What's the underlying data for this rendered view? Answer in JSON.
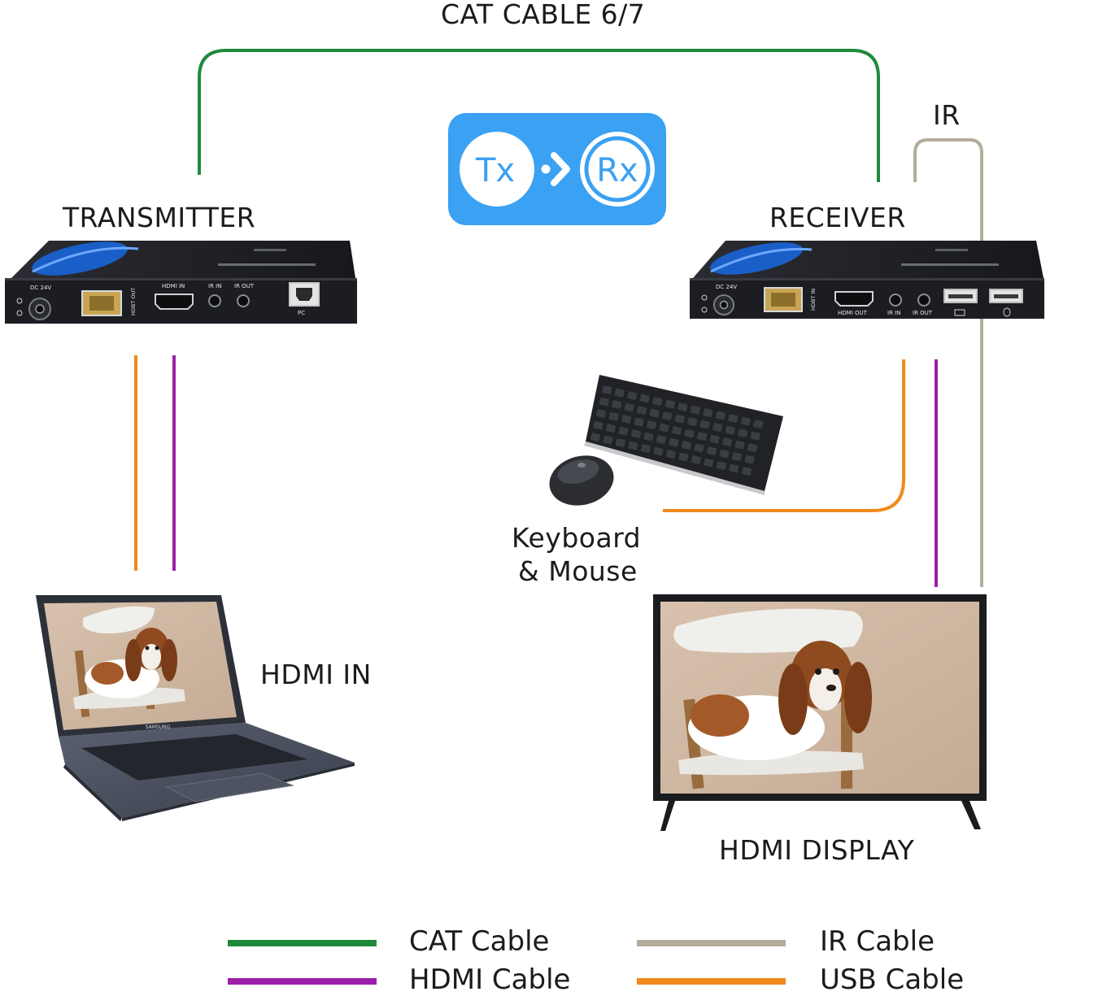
{
  "labels": {
    "cat_cable_top": "CAT CABLE 6/7",
    "ir_top": "IR",
    "transmitter": "TRANSMITTER",
    "receiver": "RECEIVER",
    "hdmi_in": "HDMI IN",
    "keyboard_mouse_line1": "Keyboard",
    "keyboard_mouse_line2": "& Mouse",
    "hdmi_display": "HDMI DISPLAY"
  },
  "badge": {
    "tx": "Tx",
    "rx": "Rx"
  },
  "transmitter_ports": {
    "dc": "DC 24V",
    "hdbt": "HDBT OUT",
    "hdmi": "HDMI IN",
    "ir_in": "IR IN",
    "ir_out": "IR OUT",
    "pc": "PC"
  },
  "receiver_ports": {
    "dc": "DC 24V",
    "hdbt": "HDBT IN",
    "hdmi": "HDMI OUT",
    "ir_in": "IR IN",
    "ir_out": "IR OUT"
  },
  "laptop_brand": "SAMSUNG",
  "legend": [
    {
      "label": "CAT Cable",
      "color": "#1f8a3b"
    },
    {
      "label": "HDMI Cable",
      "color": "#9b1fa8"
    },
    {
      "label": "IR Cable",
      "color": "#b3ad9c"
    },
    {
      "label": "USB Cable",
      "color": "#f08a1c"
    }
  ],
  "colors": {
    "cat": "#1f8a3b",
    "hdmi": "#9b1fa8",
    "ir": "#b3ad9c",
    "usb": "#f08a1c",
    "badge_bg": "#3ba1f2",
    "device_body": "#1c1d22",
    "device_accent": "#1a5fc7"
  }
}
